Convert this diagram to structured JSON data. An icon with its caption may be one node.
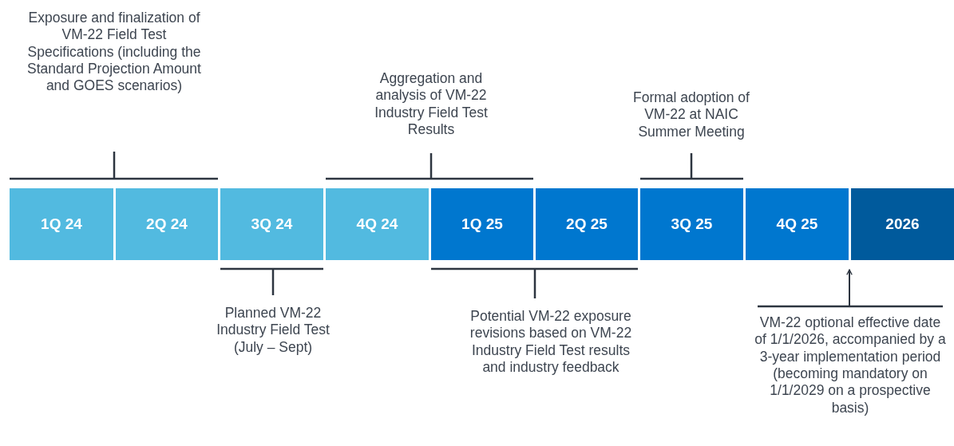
{
  "diagram": {
    "nodes": [
      {
        "text": [
          "1Q 24"
        ]
      },
      {
        "text": [
          "2Q 24"
        ]
      },
      {
        "text": [
          "3Q 24"
        ]
      },
      {
        "text": [
          "4Q 24"
        ]
      },
      {
        "text": [
          "1Q 25"
        ]
      },
      {
        "text": [
          "2Q 25"
        ]
      },
      {
        "text": [
          "3Q 25"
        ]
      },
      {
        "text": [
          "4Q 25"
        ]
      },
      {
        "text": [
          "2026"
        ]
      },
      {
        "text": [
          "Exposure and finalization of VM-22 Field Test Specifications (including the Standard Projection Amount and GOES scenarios)"
        ]
      },
      {
        "text": [
          "Aggregation and analysis of VM-22 Industry Field Test Results"
        ]
      },
      {
        "text": [
          "Formal adoption of VM-22 at NAIC Summer Meeting"
        ]
      },
      {
        "text": [
          "Planned VM-22 Industry Field Test (July – Sept)"
        ]
      },
      {
        "text": [
          "Potential VM-22 exposure revisions based on VM-22 Industry Field Test results and industry feedback"
        ]
      },
      {
        "text": [
          "VM-22 optional effective date of 1/1/2026, accompanied by a 3-year implementation period (becoming mandatory on 1/1/2029 on a prospective basis)"
        ]
      }
    ],
    "edges": [
      {
        "from": 14,
        "to": 7,
        "arrow": "to"
      }
    ]
  }
}
